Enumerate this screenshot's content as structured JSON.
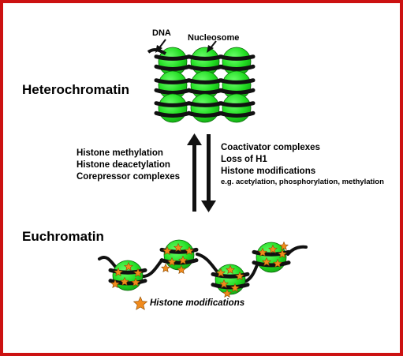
{
  "title_dna": "DNA",
  "title_nucleosome": "Nucleosome",
  "heterochromatin_label": "Heterochromatin",
  "euchromatin_label": "Euchromatin",
  "left_list": [
    "Histone methylation",
    "Histone deacetylation",
    "Corepressor complexes"
  ],
  "right_list": [
    "Coactivator complexes",
    "Loss of H1",
    "Histone modifications"
  ],
  "right_example": "e.g. acetylation, phosphorylation, methylation",
  "legend_label": "Histone modifications",
  "colors": {
    "border": "#cc1111",
    "nucleosome_fill": "#22dd22",
    "dna": "#111111",
    "star": "#f08a1c"
  }
}
